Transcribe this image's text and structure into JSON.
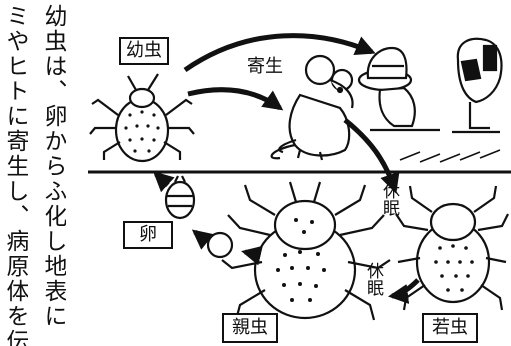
{
  "side_text": {
    "col_1": "ミやヒトに寄生し、病原体を伝",
    "col_2": "幼虫は、卵からふ化し地表に"
  },
  "labels": {
    "larva": "幼虫",
    "parasitism": "寄生",
    "dormancy_1": "休眠",
    "dormancy_2": "休眠",
    "egg": "卵",
    "adult": "親虫",
    "nymph": "若虫"
  },
  "colors": {
    "ink": "#111111",
    "paper": "#ffffff"
  },
  "icons": [
    "mite-larva-illustration",
    "mouse-illustration",
    "human-head-with-hat-illustration",
    "human-hand-illustration",
    "adult-mite-illustration",
    "nymph-mite-illustration",
    "egg-illustration",
    "hatching-egg-illustration"
  ]
}
